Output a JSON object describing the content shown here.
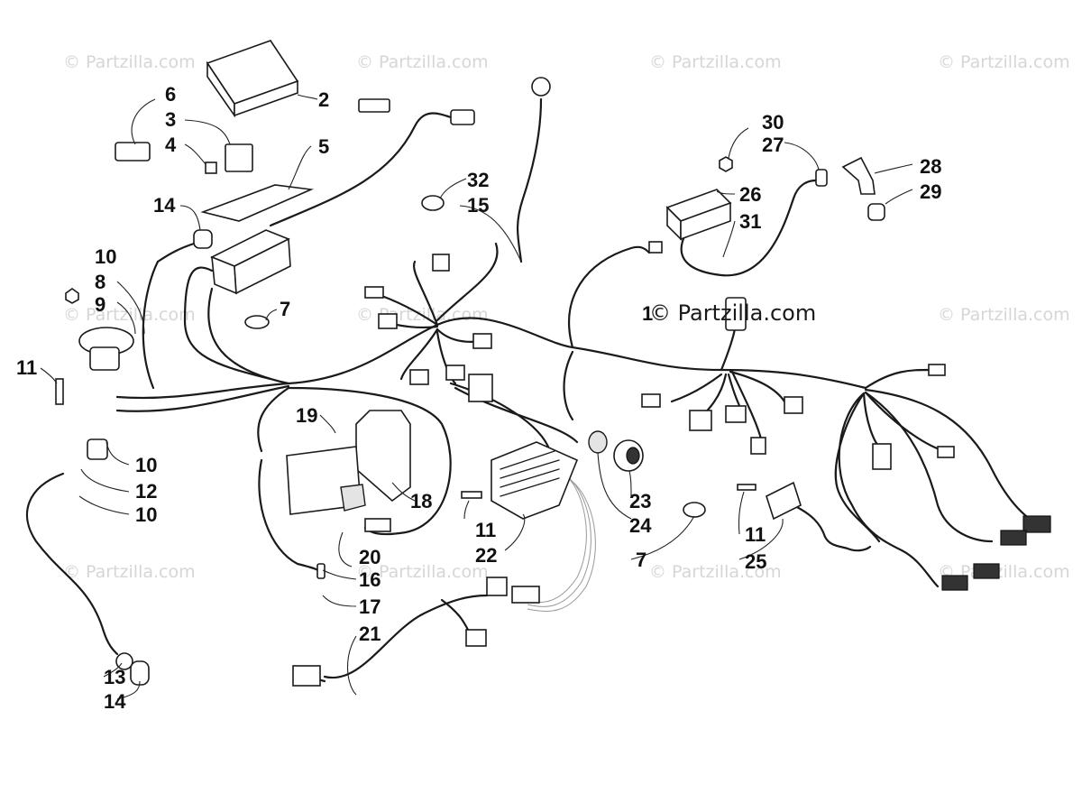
{
  "watermark": {
    "text": "© Partzilla.com"
  },
  "callouts": {
    "c1": "1",
    "c2": "2",
    "c3": "3",
    "c4": "4",
    "c5": "5",
    "c6": "6",
    "c7a": "7",
    "c7b": "7",
    "c8": "8",
    "c9": "9",
    "c10a": "10",
    "c10b": "10",
    "c10c": "10",
    "c11a": "11",
    "c11b": "11",
    "c11c": "11",
    "c12": "12",
    "c13": "13",
    "c14a": "14",
    "c14b": "14",
    "c15": "15",
    "c16": "16",
    "c17": "17",
    "c18": "18",
    "c19": "19",
    "c20": "20",
    "c21": "21",
    "c22": "22",
    "c23": "23",
    "c24": "24",
    "c25": "25",
    "c26": "26",
    "c27": "27",
    "c28": "28",
    "c29": "29",
    "c30": "30",
    "c31": "31",
    "c32": "32"
  }
}
